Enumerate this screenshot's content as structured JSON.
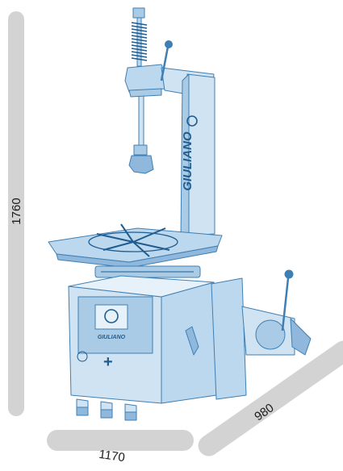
{
  "dimensions": {
    "height": "1760",
    "width": "1170",
    "depth": "980"
  },
  "machine": {
    "brand": "GIULIANO"
  },
  "colors": {
    "dimension_bar": "#d3d3d3",
    "machine_fill": "#dcebf7",
    "machine_mid": "#a9cbe6",
    "machine_line": "#3f7fb3",
    "machine_dark": "#1f5c8f"
  }
}
